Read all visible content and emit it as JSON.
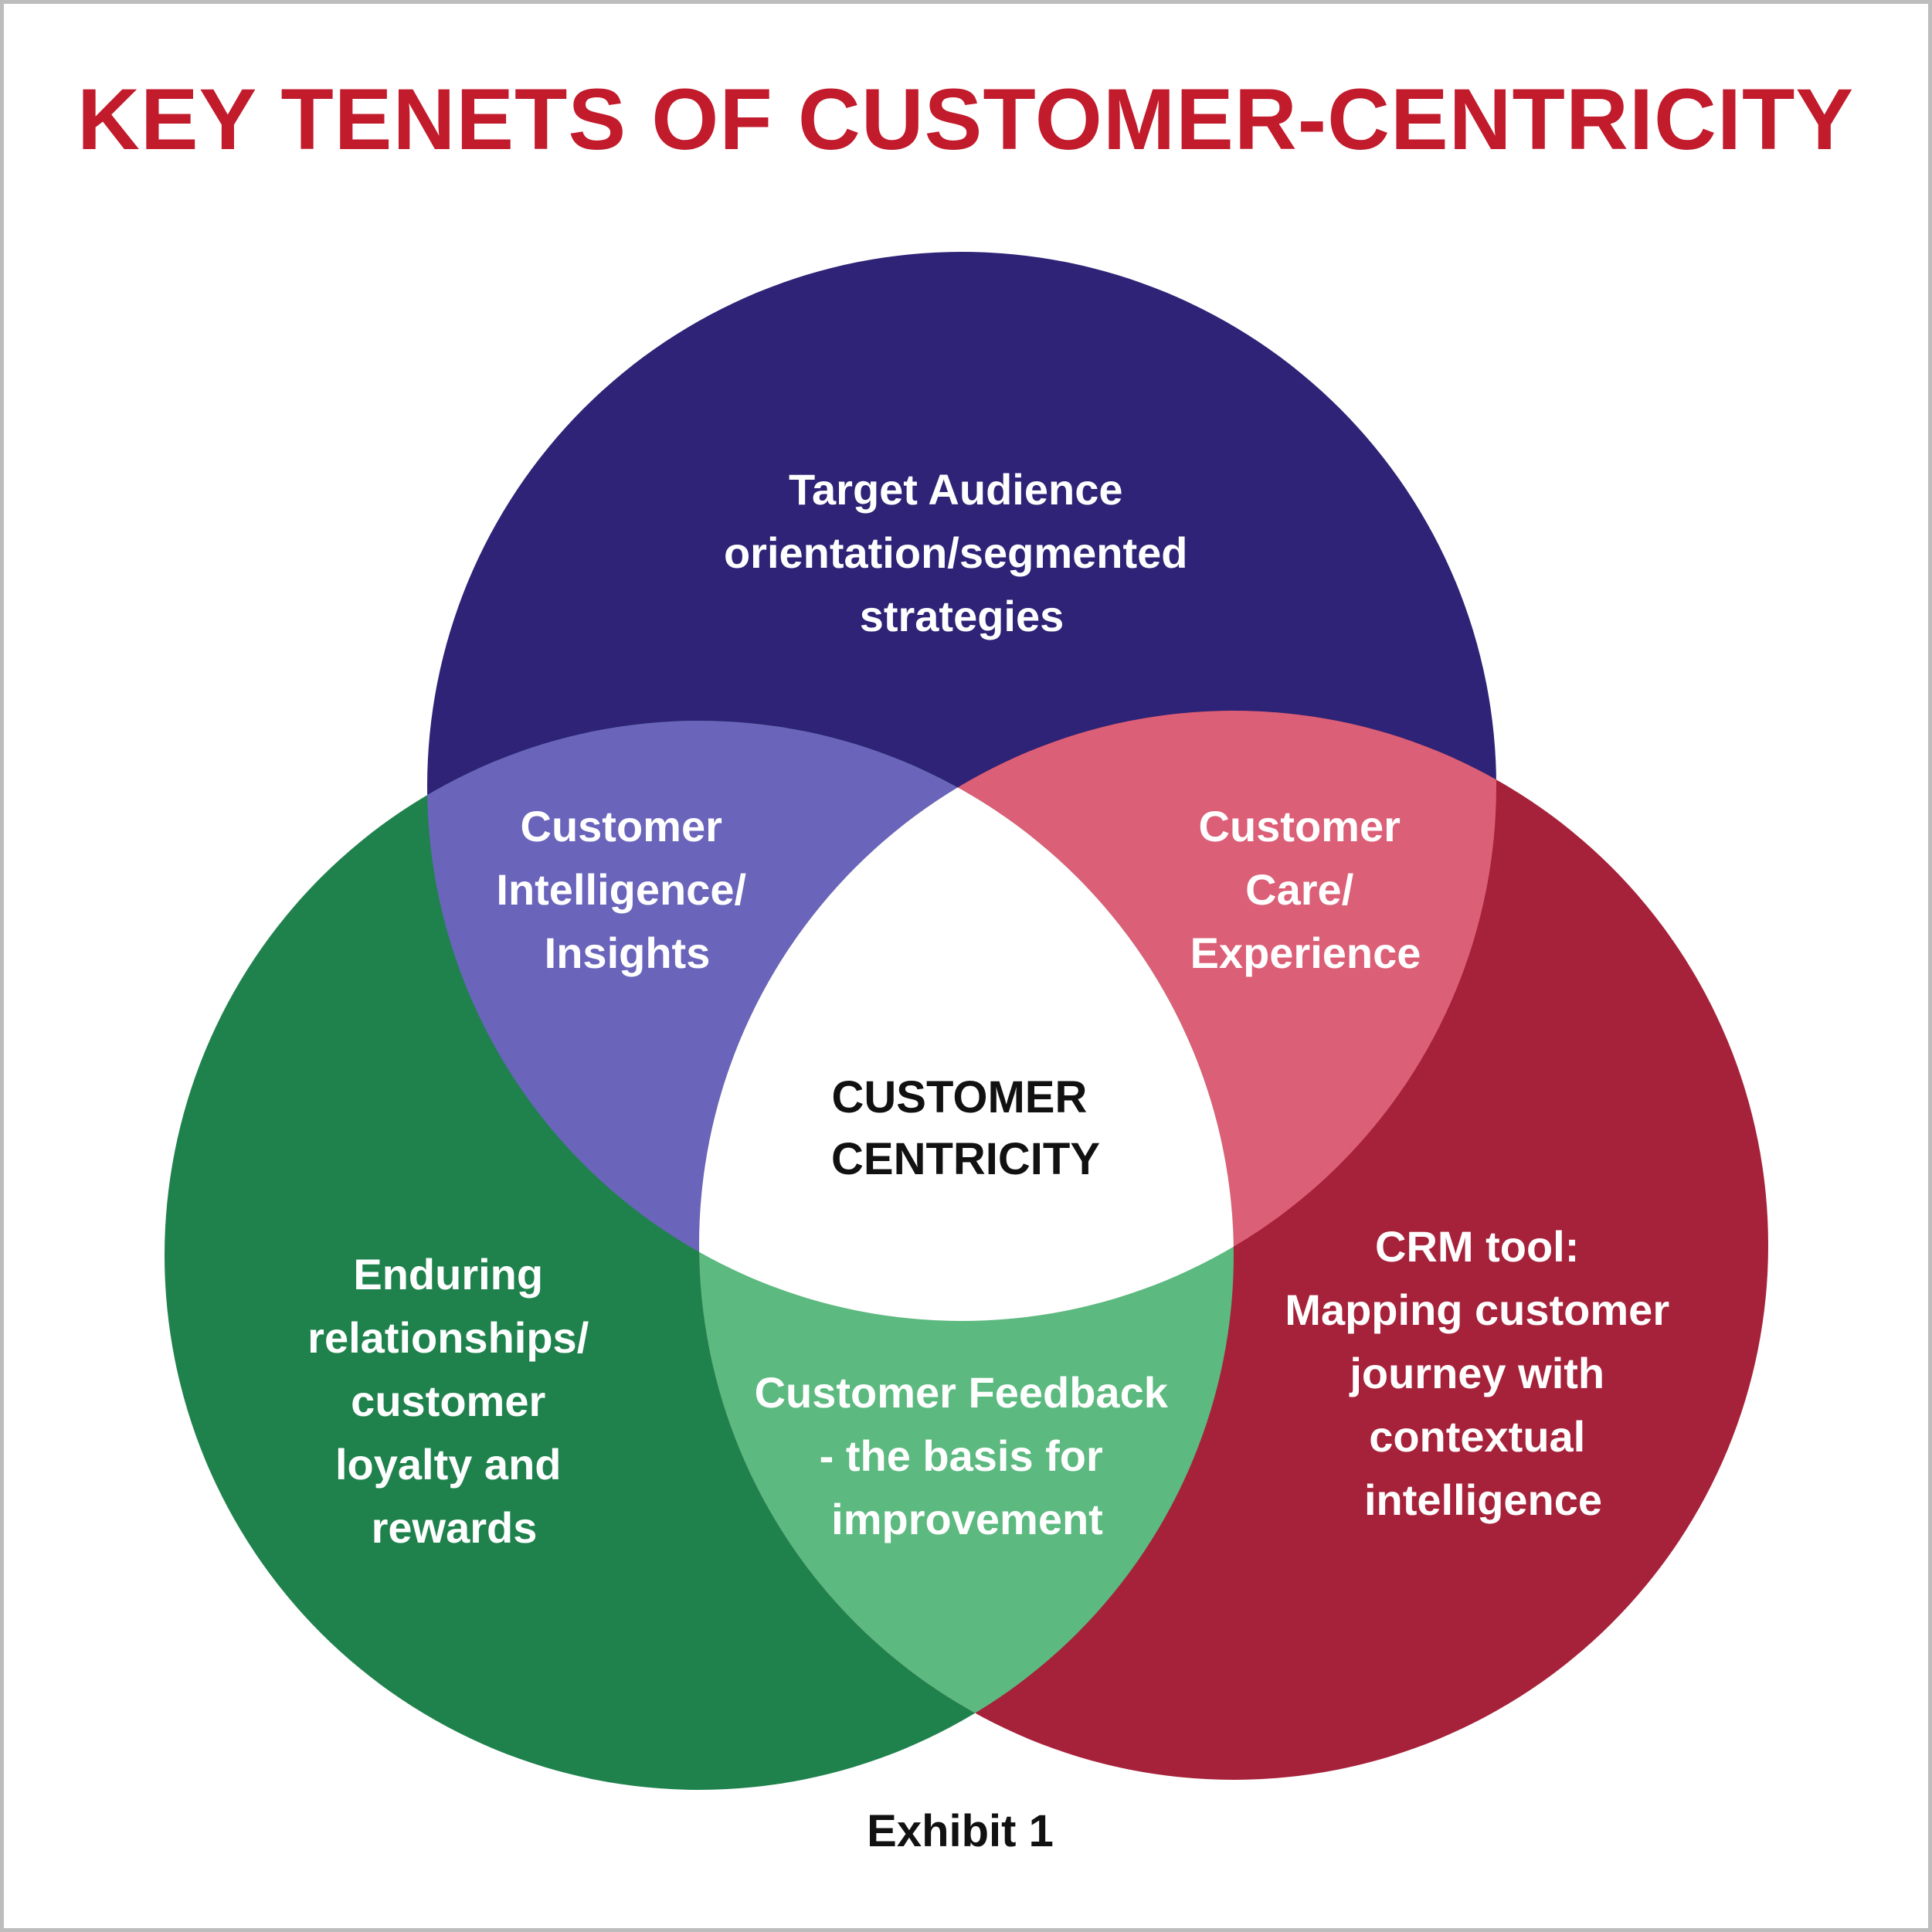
{
  "title": "KEY TENETS OF CUSTOMER-CENTRICITY",
  "caption": "Exhibit 1",
  "colors": {
    "title": "#c11b2c",
    "frame": "#bdbdbd",
    "top_circle": "#2e2376",
    "left_circle": "#1f824d",
    "right_circle": "#a6223a",
    "overlap_top_left": "#6a64bb",
    "overlap_top_right": "#db5f77",
    "overlap_left_right": "#5cb97f",
    "center": "#ffffff",
    "region_text": "#ffffff",
    "center_text": "#111111"
  },
  "regions": {
    "top": [
      "Target Audience",
      "orientation/segmented",
      "strategies"
    ],
    "left": [
      "Enduring",
      "relationships/",
      "customer",
      "loyalty and",
      "rewards"
    ],
    "right": [
      "CRM tool:",
      "Mapping customer",
      "journey with",
      "contextual",
      "intelligence"
    ],
    "top_left": [
      "Customer",
      "Intelligence/",
      "Insights"
    ],
    "top_right": [
      "Customer",
      "Care/",
      "Experience"
    ],
    "bottom": [
      "Customer Feedback",
      "- the basis for",
      "improvement"
    ],
    "center": [
      "CUSTOMER",
      "CENTRICITY"
    ]
  }
}
